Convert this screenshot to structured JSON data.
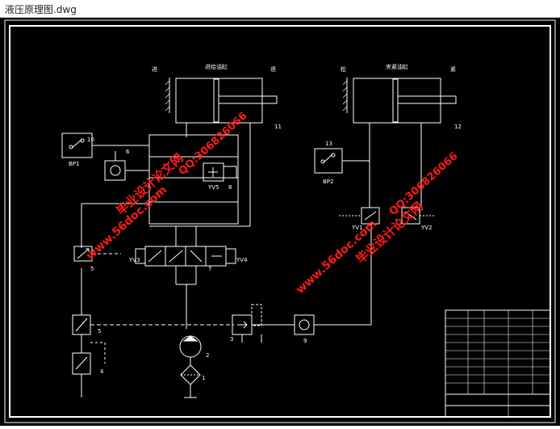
{
  "window": {
    "title": "液压原理图.dwg"
  },
  "colors": {
    "line": "#ffffff",
    "background": "#000000",
    "watermark": "#ff1a1a"
  },
  "cylinders": {
    "feed": {
      "label": "进给油缸",
      "left_port": "进",
      "right_port": "退",
      "number": "11"
    },
    "clamp": {
      "label": "夹紧油缸",
      "left_port": "松",
      "right_port": "紧",
      "number": "12"
    }
  },
  "components": {
    "bp1": {
      "label": "BP1",
      "number": "10"
    },
    "bp2": {
      "label": "BP2",
      "number": "13"
    },
    "check6": {
      "number": "6"
    },
    "valve_yv5": {
      "label": "YV5",
      "number": "8"
    },
    "valve7": {
      "number": "7",
      "left_solenoid": "YV3",
      "right_solenoid": "YV4"
    },
    "valve5top": {
      "number": "5"
    },
    "valve5": {
      "number": "5"
    },
    "valve4": {
      "number": "4"
    },
    "pump": {
      "number": "2"
    },
    "filter": {
      "number": "1"
    },
    "relief3": {
      "number": "3"
    },
    "check9": {
      "number": "9"
    },
    "yv1": {
      "label": "YV1"
    },
    "yv2": {
      "label": "YV2"
    }
  },
  "watermarks": {
    "site": "www.56doc.com",
    "name": "毕业设计论文网",
    "qq": "QQ:306826066"
  }
}
